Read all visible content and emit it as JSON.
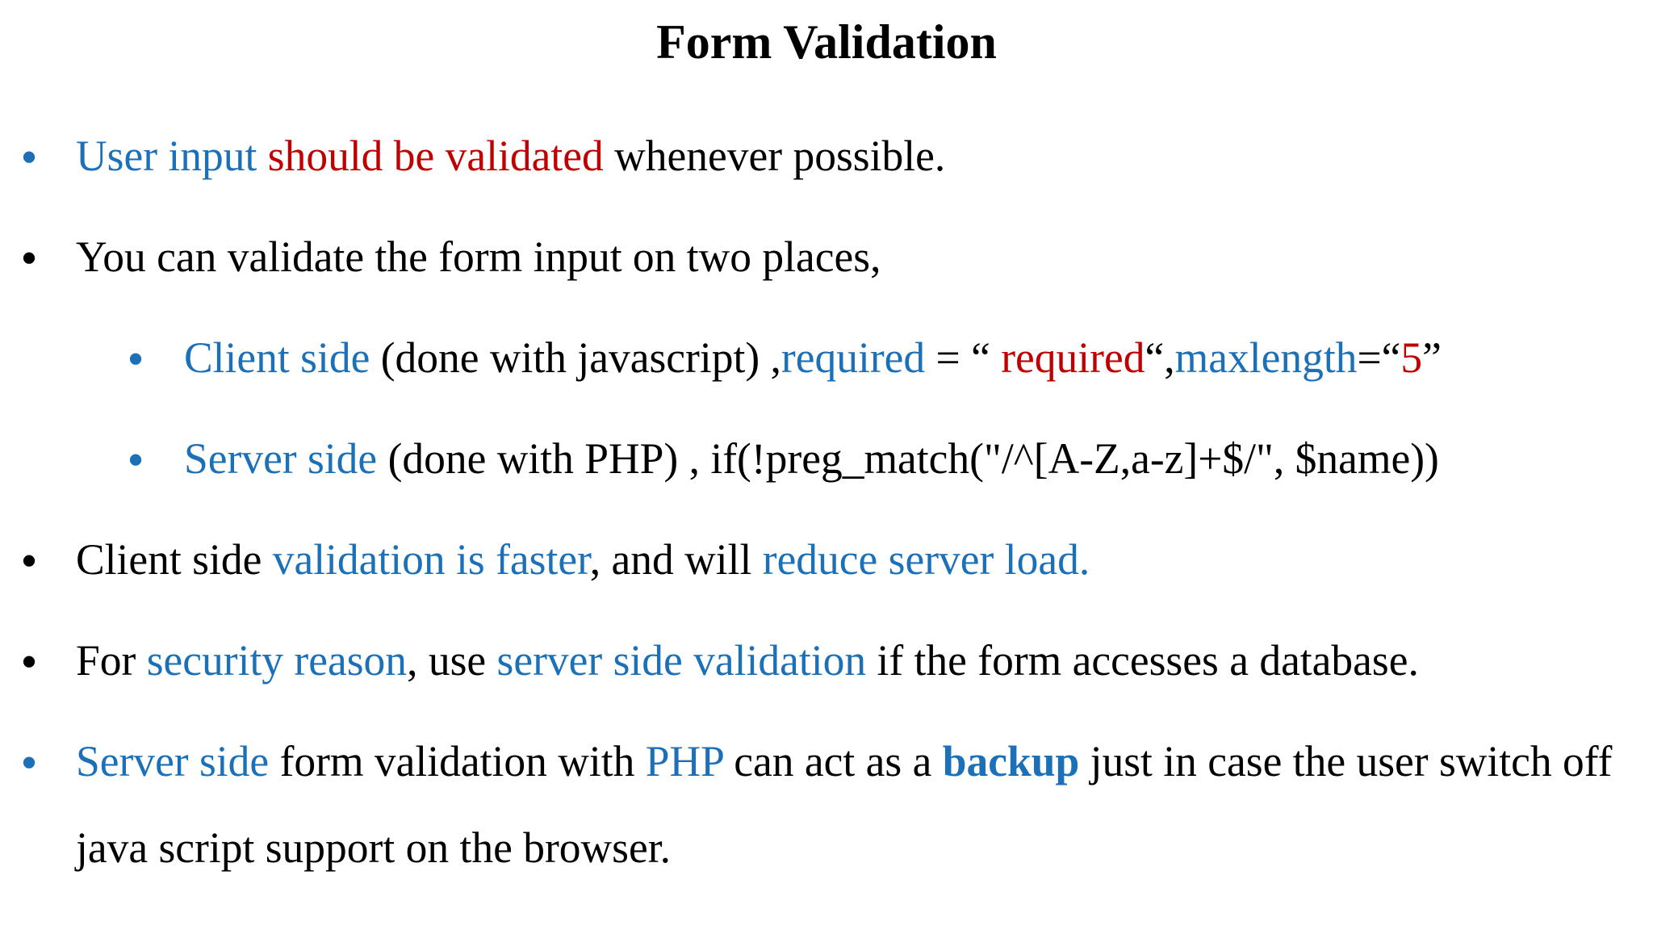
{
  "title": "Form Validation",
  "bullet_icon": "●",
  "colors": {
    "blue": "#1B70B8",
    "red": "#C00000",
    "black": "#000000"
  },
  "bullets": [
    {
      "level": 1,
      "bullet_color": "blue",
      "segments": [
        {
          "text": "User input ",
          "color": "blue"
        },
        {
          "text": "should be validated",
          "color": "red"
        },
        {
          "text": " whenever possible.",
          "color": "black"
        }
      ]
    },
    {
      "level": 1,
      "bullet_color": "black",
      "segments": [
        {
          "text": "You can validate the form input on two places,",
          "color": "black"
        }
      ]
    },
    {
      "level": 2,
      "bullet_color": "blue",
      "segments": [
        {
          "text": "Client side",
          "color": "blue"
        },
        {
          "text": " (done with javascript) ,",
          "color": "black"
        },
        {
          "text": "required",
          "color": "blue"
        },
        {
          "text": " = “ ",
          "color": "black"
        },
        {
          "text": "required",
          "color": "red"
        },
        {
          "text": "“,",
          "color": "black"
        },
        {
          "text": "maxlength",
          "color": "blue"
        },
        {
          "text": "=“",
          "color": "black"
        },
        {
          "text": "5",
          "color": "red"
        },
        {
          "text": "”",
          "color": "black"
        }
      ]
    },
    {
      "level": 2,
      "bullet_color": "blue",
      "segments": [
        {
          "text": "Server side",
          "color": "blue"
        },
        {
          "text": " (done with PHP) , if(!preg_match(\"/^[A-Z,a-z]+$/\", $name))",
          "color": "black"
        }
      ]
    },
    {
      "level": 1,
      "bullet_color": "black",
      "segments": [
        {
          "text": "Client side ",
          "color": "black"
        },
        {
          "text": "validation is faster",
          "color": "blue"
        },
        {
          "text": ", and will ",
          "color": "black"
        },
        {
          "text": "reduce server load.",
          "color": "blue"
        }
      ]
    },
    {
      "level": 1,
      "bullet_color": "black",
      "segments": [
        {
          "text": "For ",
          "color": "black"
        },
        {
          "text": "security reason",
          "color": "blue"
        },
        {
          "text": ", use ",
          "color": "black"
        },
        {
          "text": "server side validation",
          "color": "blue"
        },
        {
          "text": " if the form accesses a database.",
          "color": "black"
        }
      ]
    },
    {
      "level": 1,
      "bullet_color": "blue",
      "segments": [
        {
          "text": "Server side",
          "color": "blue"
        },
        {
          "text": " form validation with ",
          "color": "black"
        },
        {
          "text": "PHP",
          "color": "blue"
        },
        {
          "text": " can act as a ",
          "color": "black"
        },
        {
          "text": "backup",
          "color": "blue",
          "bold": true
        },
        {
          "text": " just in case the user switch off java script support on the browser.",
          "color": "black"
        }
      ]
    }
  ]
}
